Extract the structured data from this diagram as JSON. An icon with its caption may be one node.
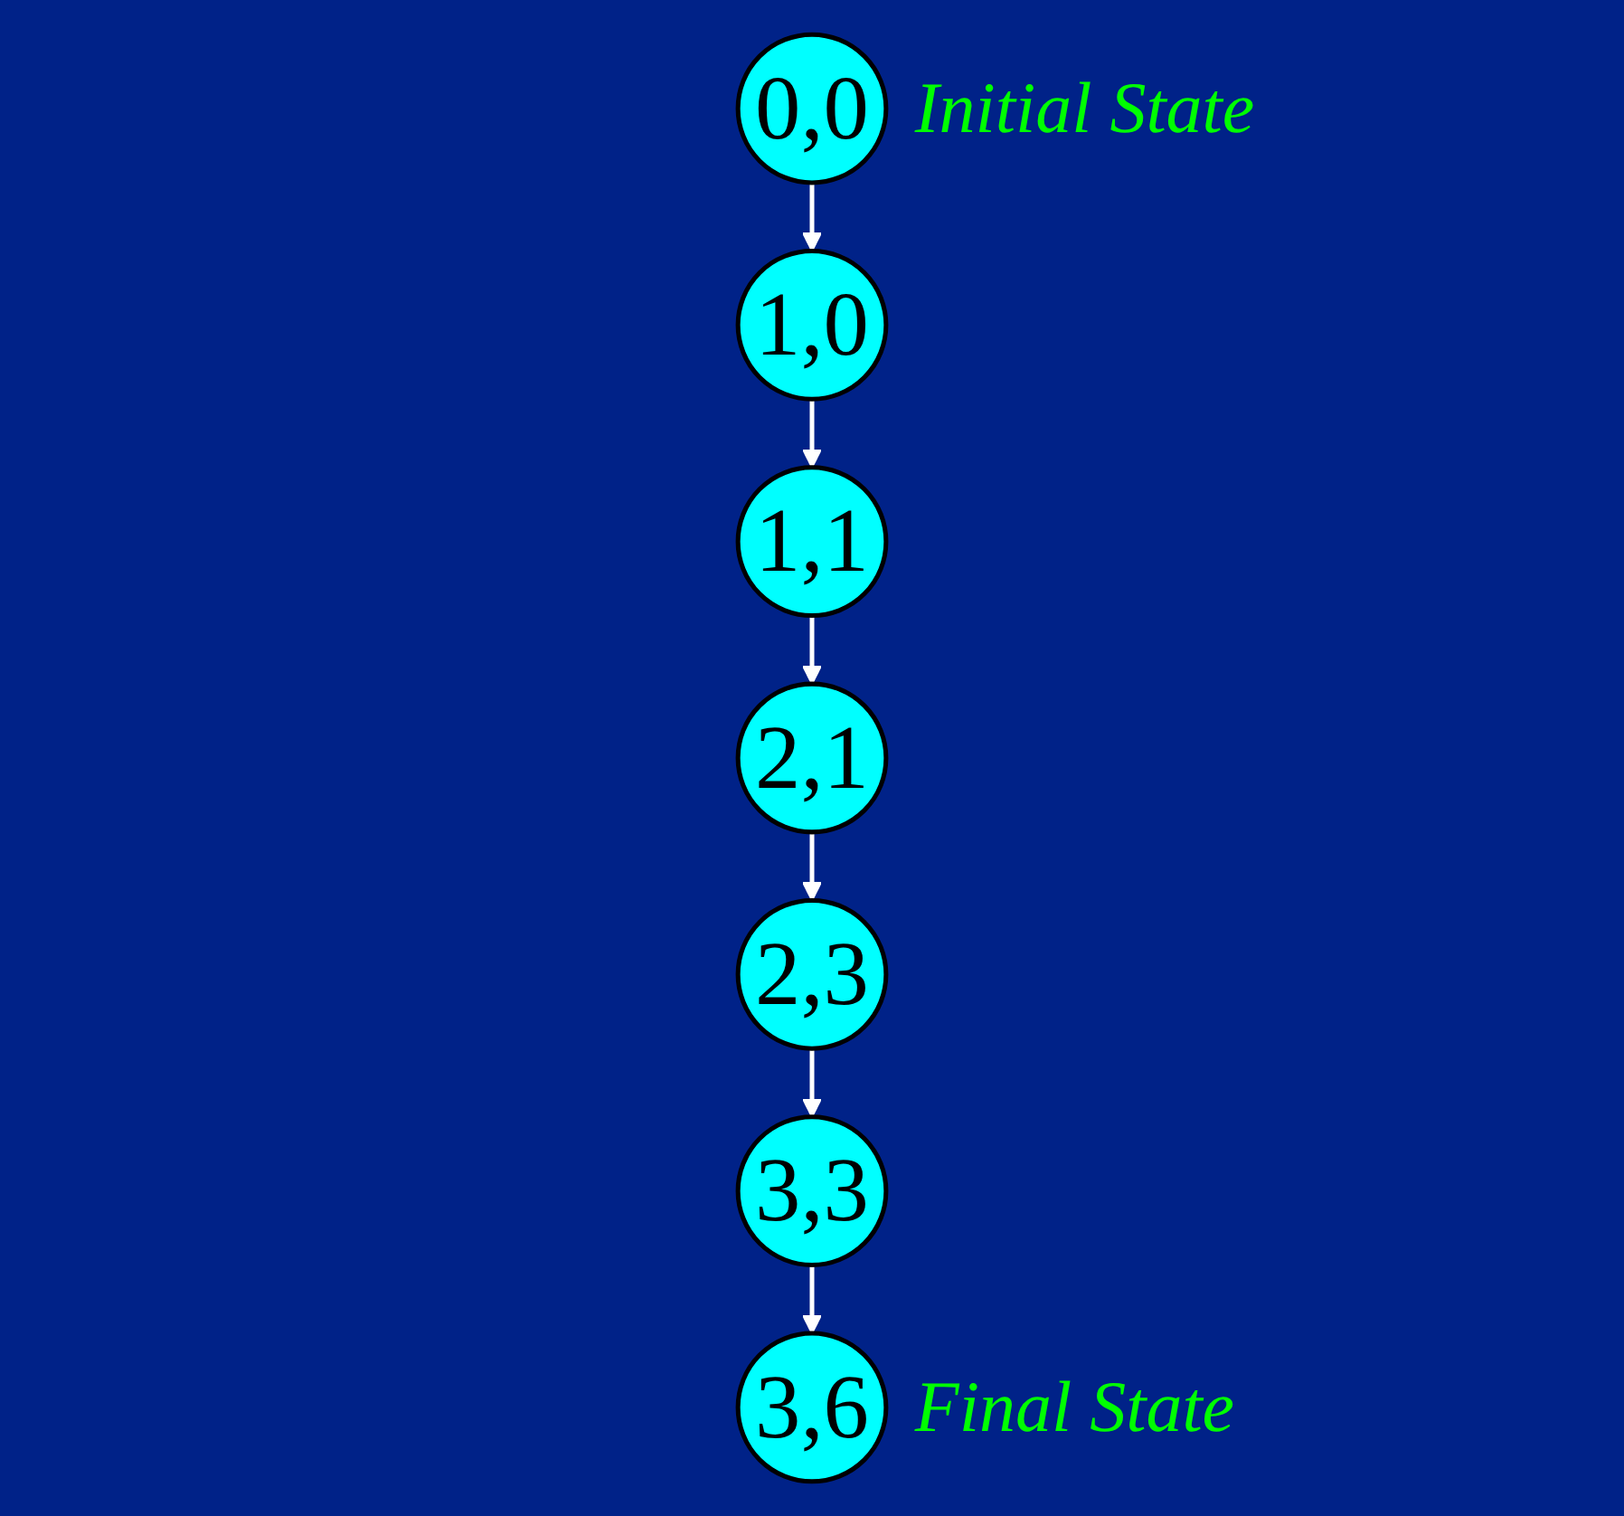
{
  "diagram": {
    "nodes": [
      {
        "text": [
          "0,0"
        ],
        "beside": [
          "Initial State"
        ]
      },
      {
        "text": [
          "1,0"
        ]
      },
      {
        "text": [
          "1,1"
        ]
      },
      {
        "text": [
          "2,1"
        ]
      },
      {
        "text": [
          "2,3"
        ]
      },
      {
        "text": [
          "3,3"
        ]
      },
      {
        "text": [
          "3,6"
        ],
        "beside": [
          "Final State"
        ]
      }
    ],
    "edges": [
      {
        "from": 0,
        "to": 1,
        "arrow": "to"
      },
      {
        "from": 1,
        "to": 2,
        "arrow": "to"
      },
      {
        "from": 2,
        "to": 3,
        "arrow": "to"
      },
      {
        "from": 3,
        "to": 4,
        "arrow": "to"
      },
      {
        "from": 4,
        "to": 5,
        "arrow": "to"
      },
      {
        "from": 5,
        "to": 6,
        "arrow": "to"
      }
    ]
  }
}
